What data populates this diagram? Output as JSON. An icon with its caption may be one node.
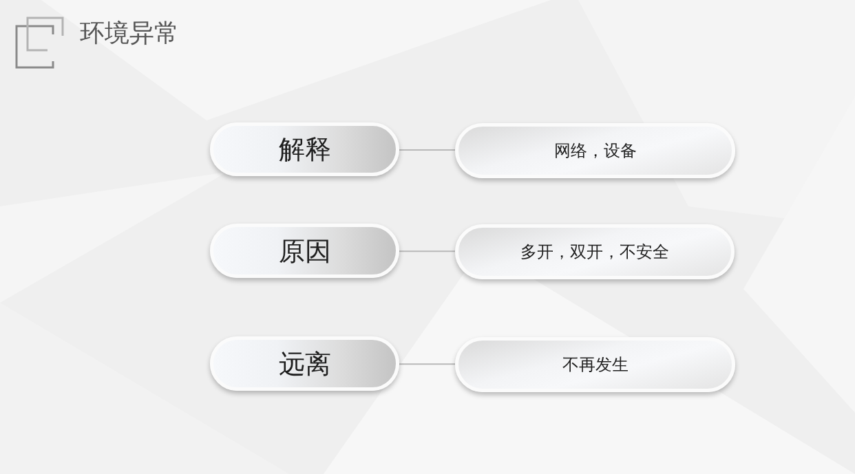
{
  "diagram": {
    "title": "环境异常",
    "nodes": [
      {
        "text": [
          "解释"
        ]
      },
      {
        "text": [
          "网络，设备"
        ]
      },
      {
        "text": [
          "原因"
        ]
      },
      {
        "text": [
          "多开，双开，不安全"
        ]
      },
      {
        "text": [
          "远离"
        ]
      },
      {
        "text": [
          "不再发生"
        ]
      }
    ],
    "edges": [
      {
        "from": 0,
        "to": 1,
        "arrow": "none"
      },
      {
        "from": 2,
        "to": 3,
        "arrow": "none"
      },
      {
        "from": 4,
        "to": 5,
        "arrow": "none"
      }
    ]
  }
}
